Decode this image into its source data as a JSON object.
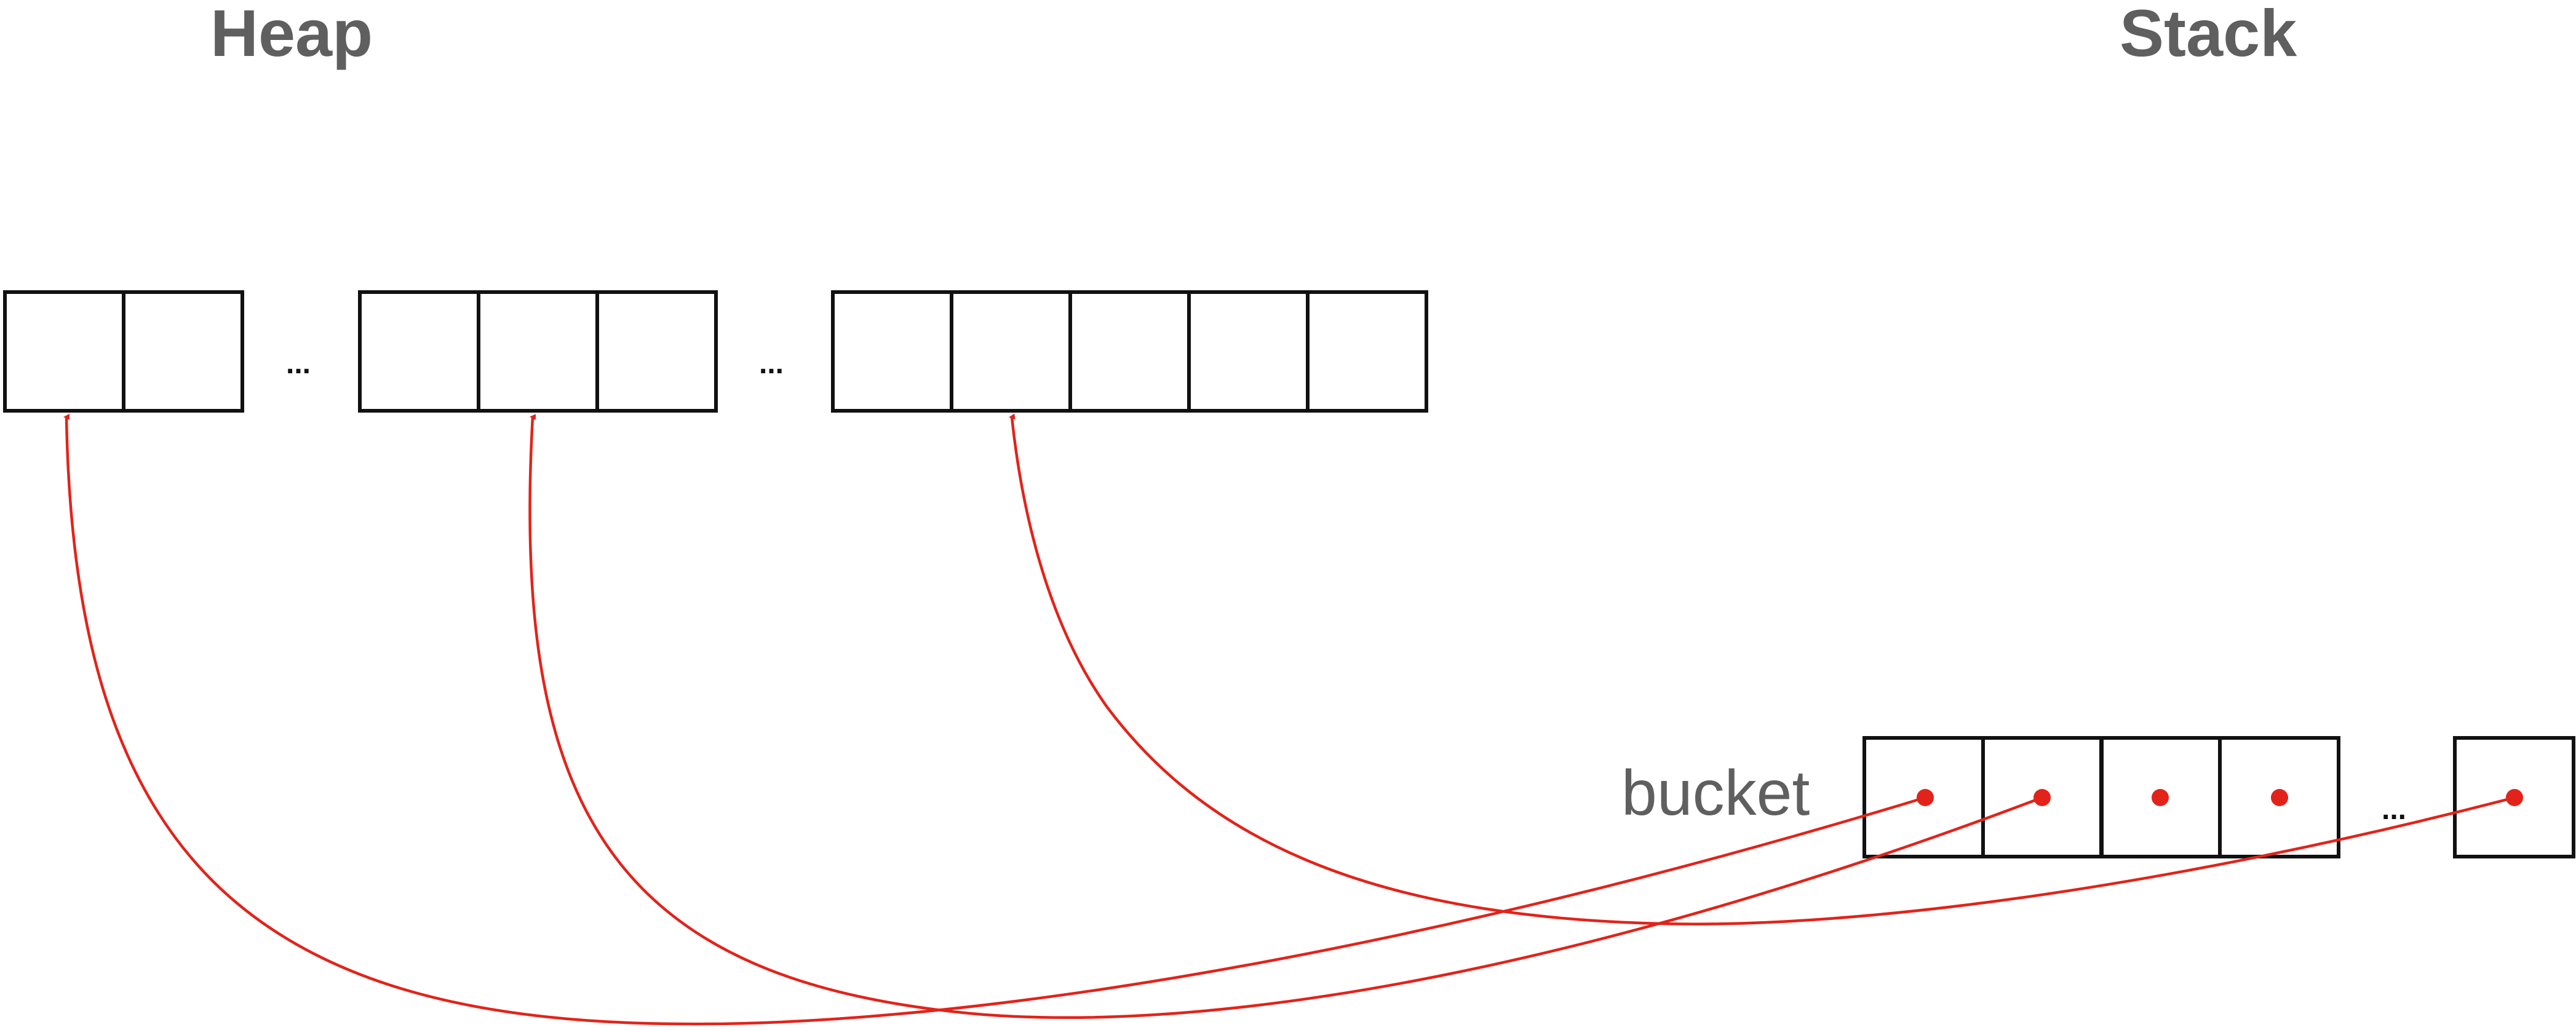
{
  "heap": {
    "title": "Heap",
    "arrays": [
      {
        "cells": 2
      },
      {
        "cells": 3
      },
      {
        "cells": 5
      }
    ],
    "ellipsis": [
      "...",
      "..."
    ]
  },
  "stack": {
    "title": "Stack",
    "bucket_label": "bucket",
    "cells": 5,
    "ellipsis": "..."
  },
  "colors": {
    "text": "#5f5f5f",
    "stroke": "#111111",
    "pointer": "#e2231a"
  }
}
